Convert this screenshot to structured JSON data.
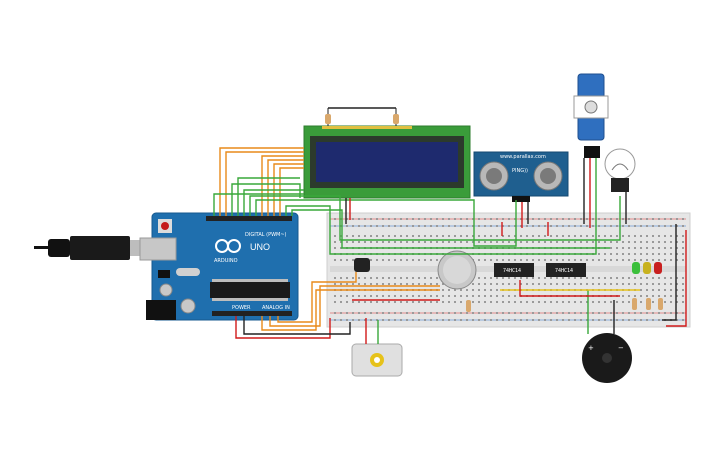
{
  "arduino": {
    "brand": "ARDUINO",
    "model": "UNO",
    "digital_label": "DIGITAL (PWM~)",
    "power_label": "POWER",
    "analog_label": "ANALOG IN"
  },
  "ultrasonic": {
    "model": "PING))",
    "header_label": "www.parallax.com"
  },
  "ics": {
    "left_label": "74HC14",
    "right_label": "74HC14"
  },
  "colors": {
    "board": "#1f6fae",
    "breadboard": "#e6e6e6",
    "lcd_pcb": "#3a9c3a",
    "lcd_screen": "#1e2a6e",
    "wire_orange": "#e88a1a",
    "wire_green": "#39a83a",
    "wire_red": "#d11a1a",
    "wire_black": "#222222",
    "wire_yellow": "#e6c21a"
  }
}
